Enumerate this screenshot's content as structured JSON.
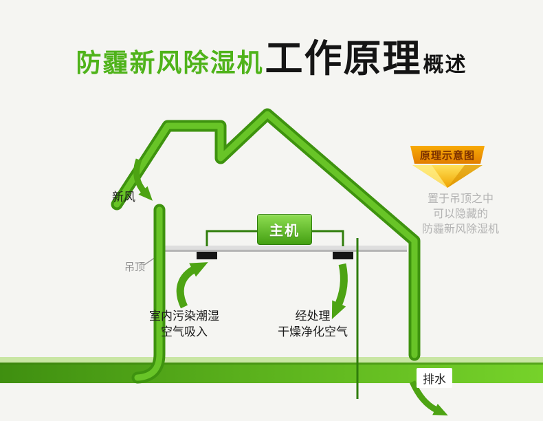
{
  "title": {
    "brand": "防霾新风除湿机",
    "main": "工作原理",
    "suffix": "概述"
  },
  "badge": {
    "label": "原理示意图"
  },
  "side_note": {
    "line1": "置于吊顶之中",
    "line2": "可以隐藏的",
    "line3": "防霾新风除湿机"
  },
  "diagram": {
    "fresh_air_label": "新风",
    "main_unit_label": "主机",
    "ceiling_label": "吊顶",
    "intake_line1": "室内污染潮湿",
    "intake_line2": "空气吸入",
    "output_line1": "经处理",
    "output_line2": "干燥净化空气",
    "drain_label": "排水"
  },
  "colors": {
    "house_green_light": "#68c427",
    "house_green_dark": "#3e930f",
    "arrow_green": "#4da313",
    "title_green": "#4fb31a",
    "banner_orange": "#f29b00",
    "gem_yellow": "#ffd400",
    "ceiling_gray": "#dedede",
    "muted_text": "#b3b3b3",
    "text_black": "#151515"
  }
}
